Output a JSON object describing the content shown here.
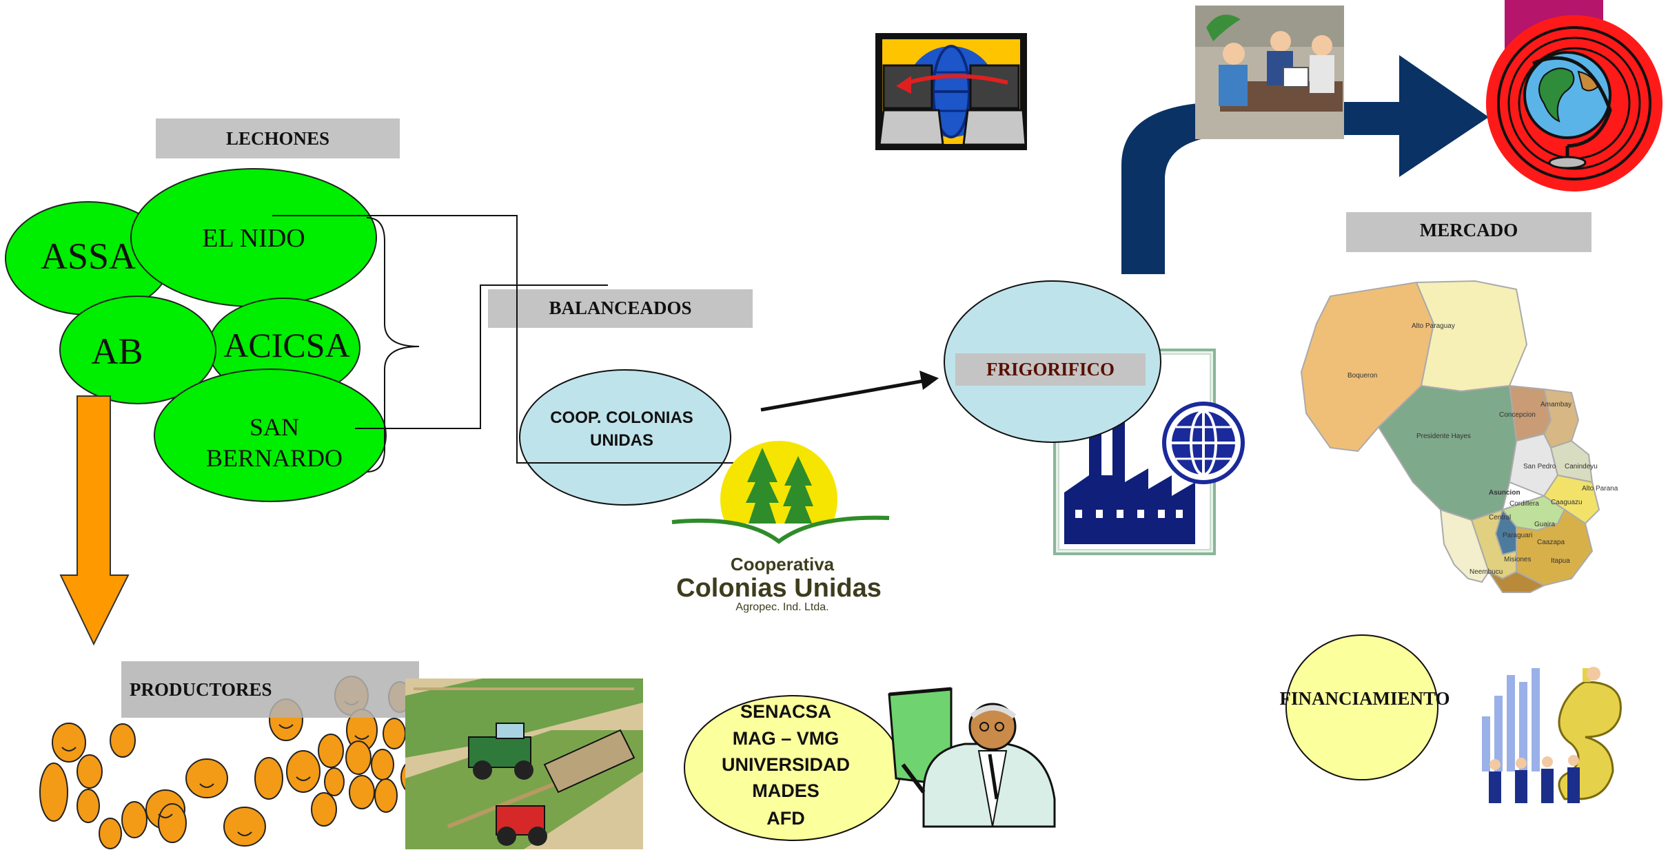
{
  "labels": {
    "lechones": "LECHONES",
    "balanceados": "BALANCEADOS",
    "mercado": "MERCADO",
    "productores": "PRODUCTORES",
    "frigorifico": "FRIGORIFICO",
    "financiamiento": "FINANCIAMIENTO"
  },
  "nodes": {
    "assa": "ASSA",
    "el_nido": "EL NIDO",
    "ab": "AB",
    "acicsa": "ACICSA",
    "san_bernardo_1": "SAN",
    "san_bernardo_2": "BERNARDO",
    "coop_1": "COOP. COLONIAS",
    "coop_2": "UNIDAS"
  },
  "institutions": [
    "SENACSA",
    "MAG – VMG",
    "UNIVERSIDAD",
    "MADES",
    "AFD"
  ],
  "logo": {
    "line1": "Cooperativa",
    "line2": "Colonias Unidas",
    "line3": "Agropec. Ind. Ltda."
  },
  "map_regions": {
    "alto_paraguay": "Alto Paraguay",
    "boqueron": "Boqueron",
    "presidente_hayes": "Presidente Hayes",
    "concepcion": "Concepcion",
    "amambay": "Amambay",
    "san_pedro": "San Pedro",
    "canindeyu": "Canindeyu",
    "asuncion": "Asuncion",
    "cordillera": "Cordillera",
    "central": "Central",
    "caaguazu": "Caaguazu",
    "alto_parana": "Alto Parana",
    "guaira": "Guaira",
    "paraguari": "Paraguari",
    "caazapa": "Caazapa",
    "misiones": "Misiones",
    "itapua": "Itapua",
    "neembucu": "Neembucu"
  },
  "colors": {
    "producer_green": "#00ee00",
    "process_blue": "#bfe3ea",
    "support_yellow": "#fbff9c",
    "label_gray": "#c4c4c4",
    "arrow_orange": "#ff9900",
    "arrow_navy": "#0a3264",
    "globe_red": "#ff1a1a",
    "accent_magenta": "#b5156a"
  },
  "icons": [
    "internet-transfer-icon",
    "office-meeting-icon",
    "globe-icon",
    "factory-globe-icon",
    "smiley-faces-icon",
    "harvester-icon",
    "presenter-icon",
    "finance-dollar-icon"
  ]
}
